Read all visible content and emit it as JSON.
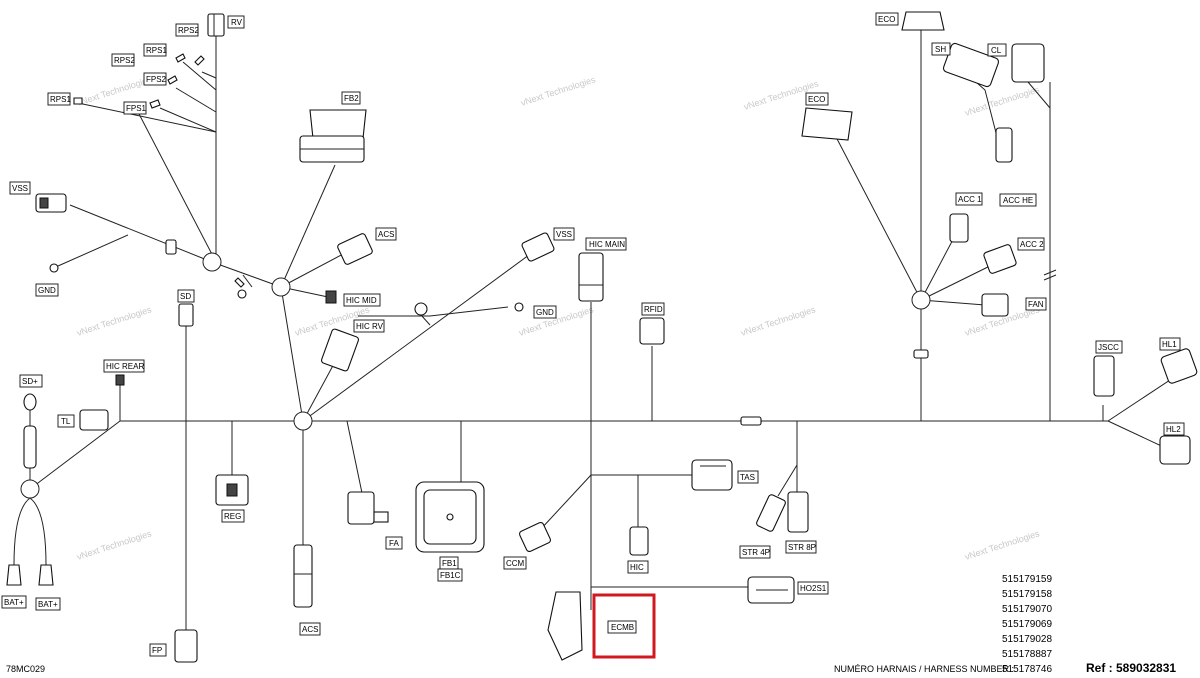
{
  "labels": {
    "rv": "RV",
    "rps2_top": "RPS2",
    "rps1_mid": "RPS1",
    "rps2_mid": "RPS2",
    "fps2": "FPS2",
    "rps1_left": "RPS1",
    "fps1": "FPS1",
    "fb2": "FB2",
    "vss_left": "VSS",
    "gnd_left": "GND",
    "acs_top": "ACS",
    "hic_mid": "HIC MID",
    "sd": "SD",
    "hic_rv": "HIC RV",
    "vss_mid": "VSS",
    "gnd_mid": "GND",
    "hic_main": "HIC MAIN",
    "rfid": "RFID",
    "eco_top": "ECO",
    "sh": "SH",
    "cl": "CL",
    "eco_mid": "ECO",
    "acc1": "ACC 1",
    "acc_he": "ACC HE",
    "acc2": "ACC 2",
    "fan": "FAN",
    "jscc": "JSCC",
    "hl1": "HL1",
    "hl2": "HL2",
    "sd_plus": "SD+",
    "hic_rear": "HIC REAR",
    "tl": "TL",
    "reg": "REG",
    "fa": "FA",
    "fb1": "FB1",
    "fb1c": "FB1C",
    "ccm": "CCM",
    "hic": "HIC",
    "tas": "TAS",
    "str4p": "STR 4P",
    "str8p": "STR 8P",
    "ho2s1": "HO2S1",
    "ecmb": "ECMB",
    "acs_bottom": "ACS",
    "fp": "FP",
    "bat_plus_1": "BAT+",
    "bat_plus_2": "BAT+"
  },
  "watermark": "vNext Technologies",
  "part_numbers": [
    "515179159",
    "515179158",
    "515179070",
    "515179069",
    "515179028",
    "515178887",
    "515178746"
  ],
  "footer": {
    "diagram_code": "78MC029",
    "harness_label": "NUMÉRO HARNAIS / HARNESS NUMBER :",
    "ref_label": "Ref : 589032831"
  },
  "highlight_color": "#d0191f"
}
